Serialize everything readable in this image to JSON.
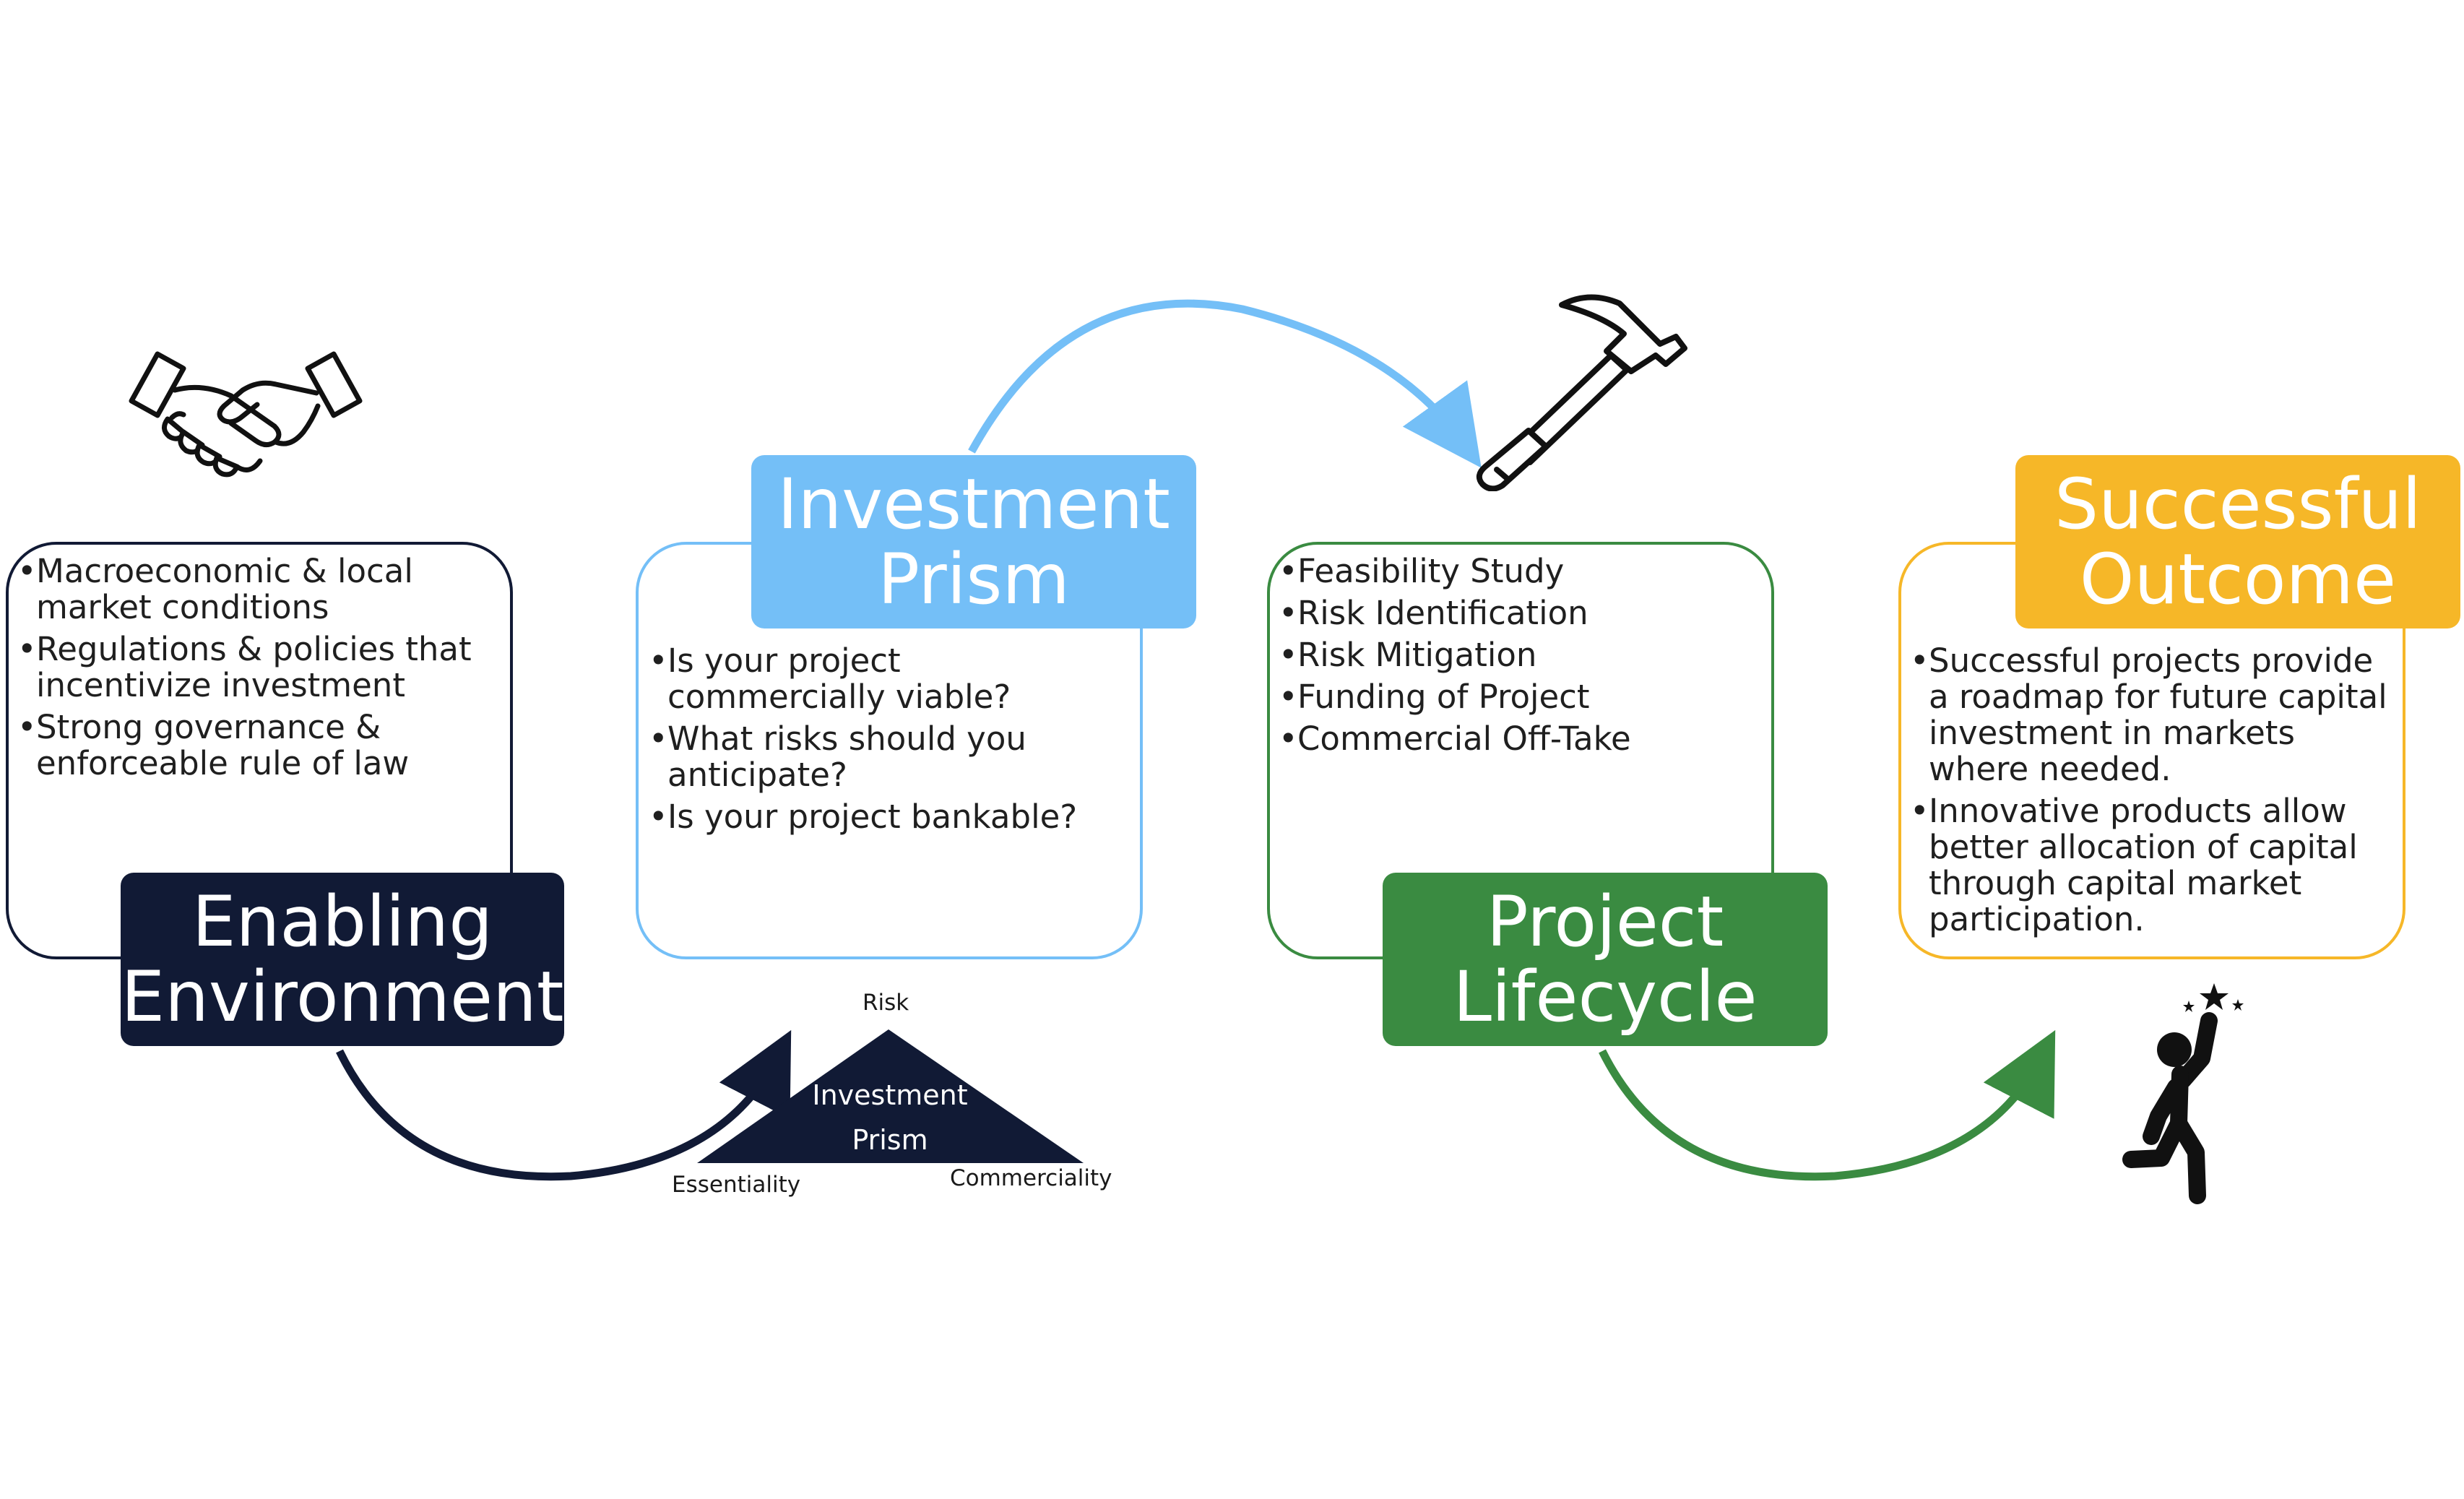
{
  "colors": {
    "navy": "#111a35",
    "light_blue": "#74bff7",
    "green": "#3a8b41",
    "gold": "#f6b728"
  },
  "stages": [
    {
      "title": "Enabling Environment",
      "icon": "handshake-icon",
      "bullets": [
        "Macroeconomic & local market conditions",
        "Regulations & policies that incentivize investment",
        "Strong governance & enforceable rule of law"
      ]
    },
    {
      "title": "Investment Prism",
      "icon": "triangle-prism-icon",
      "bullets": [
        "Is your project commercially viable?",
        "What risks should you anticipate?",
        "Is your project bankable?"
      ]
    },
    {
      "title": "Project Lifecycle",
      "icon": "hammer-icon",
      "bullets": [
        "Feasibility Study",
        "Risk Identification",
        "Risk Mitigation",
        "Funding of Project",
        "Commercial Off-Take"
      ]
    },
    {
      "title": "Successful Outcome",
      "icon": "reaching-star-person-icon",
      "bullets": [
        "Successful projects provide a roadmap for future capital investment in markets where needed.",
        "Innovative products allow better allocation of capital through capital market participation."
      ]
    }
  ],
  "prism": {
    "top": "Risk",
    "center": "Investment Prism",
    "left": "Essentiality",
    "right": "Commerciality"
  }
}
